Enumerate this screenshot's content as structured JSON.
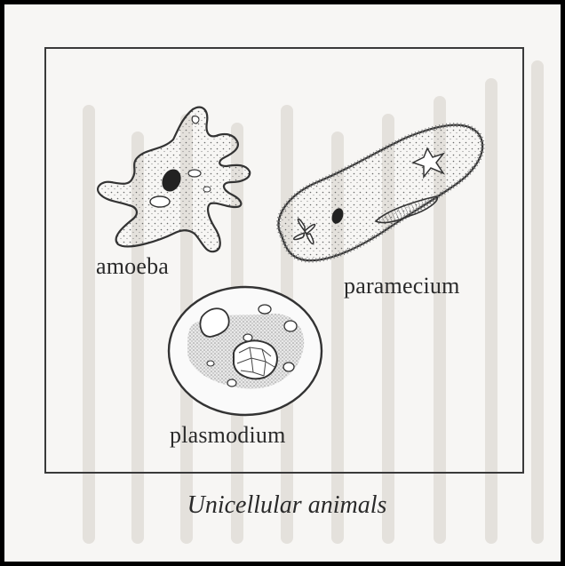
{
  "labels": {
    "amoeba": "amoeba",
    "paramecium": "paramecium",
    "plasmodium": "plasmodium"
  },
  "caption": "Unicellular animals",
  "colors": {
    "ink": "#2a2a2a",
    "page": "#f7f6f4",
    "border": "#000000"
  }
}
